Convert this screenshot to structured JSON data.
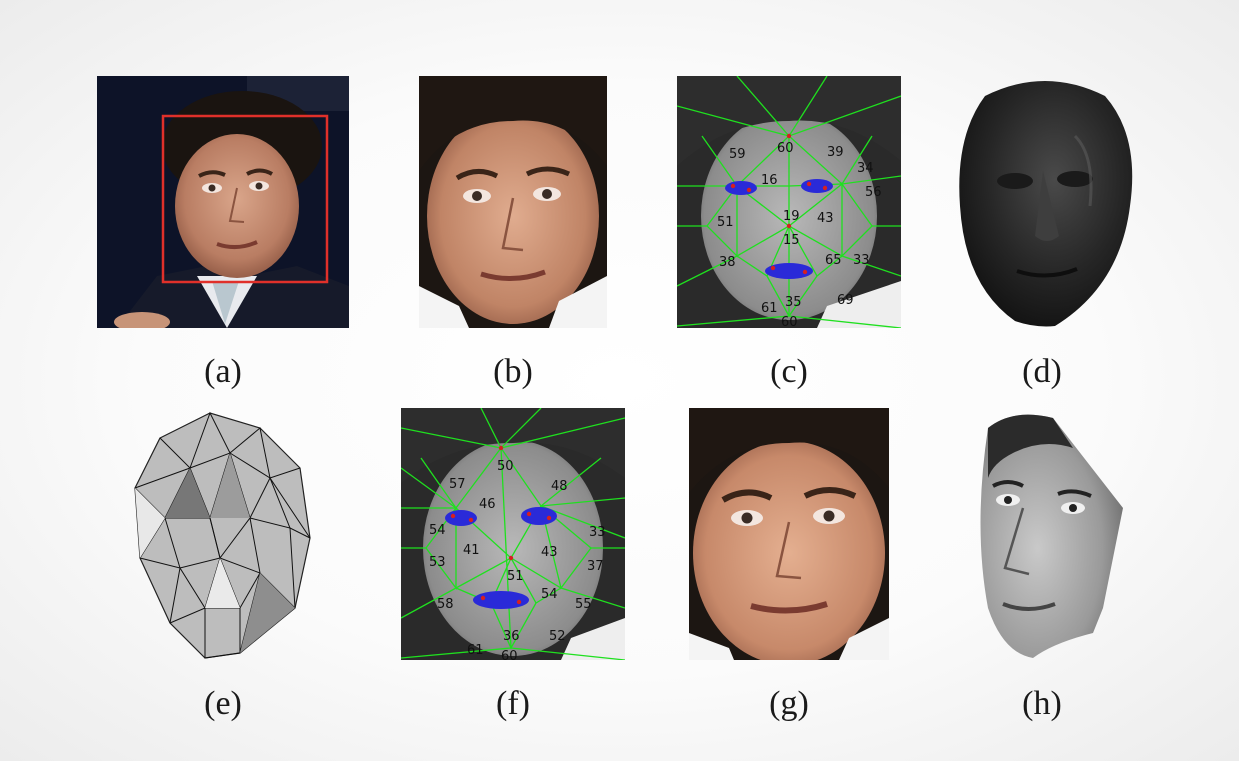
{
  "figure": {
    "panels": [
      {
        "id": "a",
        "label": "(a)",
        "content": "original photo with face detection box"
      },
      {
        "id": "b",
        "label": "(b)",
        "content": "cropped face"
      },
      {
        "id": "c",
        "label": "(c)",
        "content": "face with landmark triangulation"
      },
      {
        "id": "d",
        "label": "(d)",
        "content": "3D generic face model"
      },
      {
        "id": "e",
        "label": "(e)",
        "content": "triangulated 3D mesh"
      },
      {
        "id": "f",
        "label": "(f)",
        "content": "face with landmark triangulation"
      },
      {
        "id": "g",
        "label": "(g)",
        "content": "aligned face"
      },
      {
        "id": "h",
        "label": "(h)",
        "content": "frontalized grayscale face"
      }
    ],
    "landmark_numbers_c": [
      "59",
      "60",
      "39",
      "34",
      "16",
      "56",
      "43",
      "19",
      "15",
      "51",
      "35",
      "33",
      "38",
      "61",
      "65",
      "69",
      "60"
    ],
    "landmark_numbers_f": [
      "57",
      "50",
      "46",
      "48",
      "33",
      "54",
      "41",
      "53",
      "43",
      "37",
      "36",
      "55",
      "54",
      "58",
      "51",
      "60",
      "61",
      "52"
    ],
    "colors": {
      "mesh_green": "#1fe01f",
      "landmark_red": "#d62020",
      "landmark_blue": "#2a2ad8",
      "detect_box": "#e0302a"
    }
  }
}
